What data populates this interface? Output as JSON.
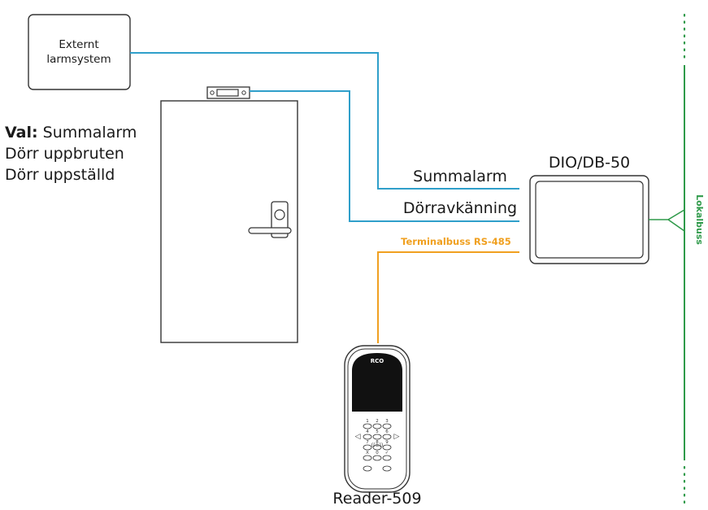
{
  "colors": {
    "blue_wire": "#2f9fca",
    "orange_wire": "#f0a020",
    "green_bus": "#2f9a4a",
    "stroke": "#333333"
  },
  "external_alarm": {
    "line1": "Externt",
    "line2": "larmsystem"
  },
  "options": {
    "label": "Val:",
    "items": [
      "Summalarm",
      "Dörr uppbruten",
      "Dörr uppställd"
    ]
  },
  "controller": {
    "label": "DIO/DB-50"
  },
  "wires": {
    "summary_alarm": "Summalarm",
    "door_sensing": "Dörravkänning",
    "terminal_bus": "Terminalbuss RS-485"
  },
  "local_bus": {
    "label": "Lokalbuss"
  },
  "reader": {
    "brand": "RCO",
    "label": "Reader-509",
    "keys": [
      "1",
      "2",
      "3",
      "4",
      "5",
      "6",
      "7",
      "8",
      "9",
      "X",
      "0",
      "✓"
    ],
    "rfid_icon": "((≡))"
  }
}
